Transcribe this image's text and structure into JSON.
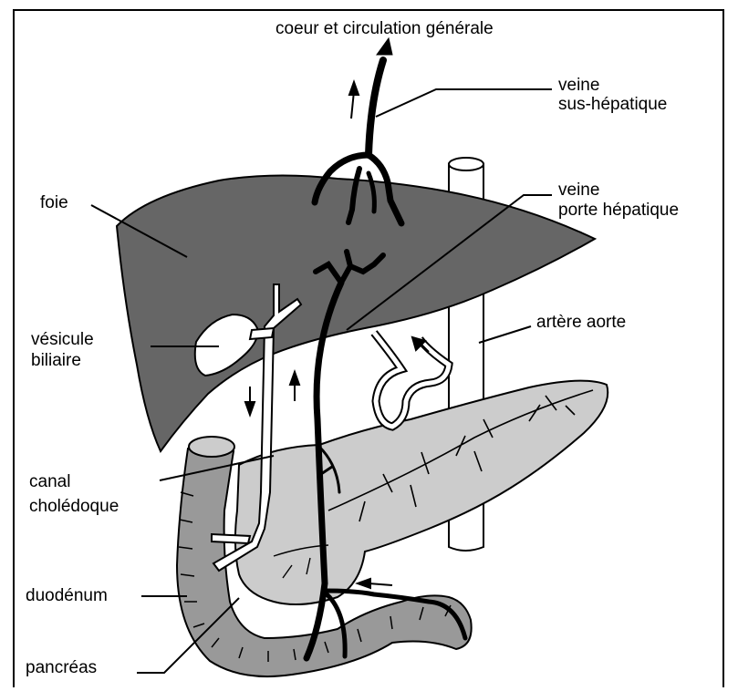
{
  "labels": {
    "coeur": "coeur et circulation générale",
    "veine_sus_1": "veine",
    "veine_sus_2": "sus-hépatique",
    "foie": "foie",
    "veine_porte_1": "veine",
    "veine_porte_2": "porte hépatique",
    "vesicule_1": "vésicule",
    "vesicule_2": "biliaire",
    "artere": "artère aorte",
    "canal_1": "canal",
    "canal_2": "cholédoque",
    "duodenum": "duodénum",
    "pancreas": "pancréas"
  },
  "colors": {
    "liver": "#666666",
    "pancreas": "#cccccc",
    "duodenum": "#999999",
    "aorta": "#ffffff",
    "veins": "#000000"
  }
}
